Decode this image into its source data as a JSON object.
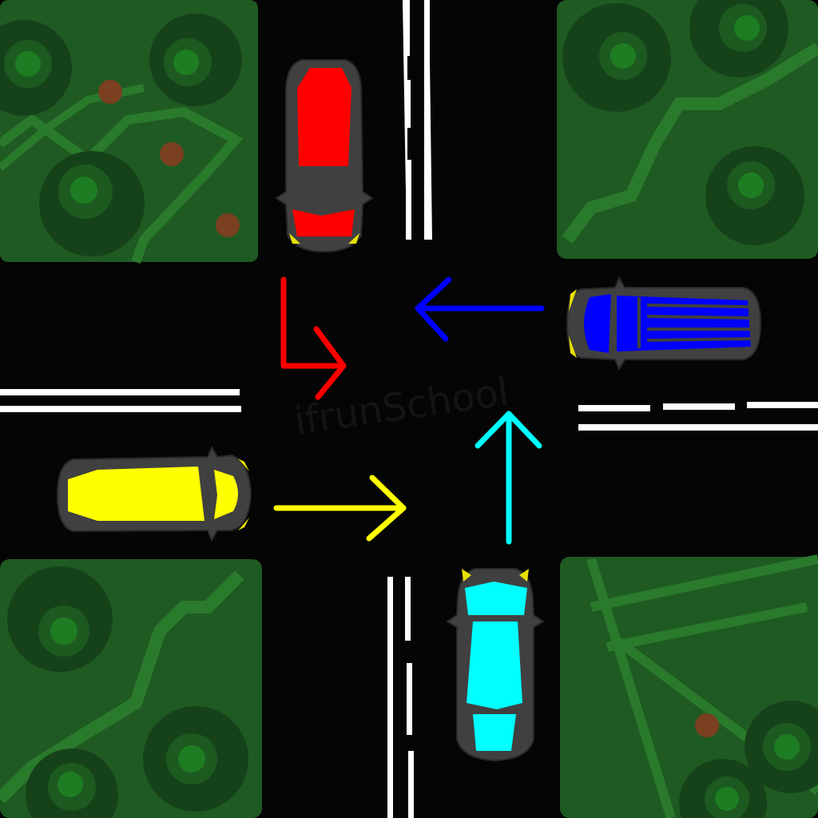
{
  "scene": {
    "watermark": "ifrunSchool",
    "colors": {
      "road": "#050505",
      "grass": "#1f5a22",
      "grass_dark": "#174a1b",
      "path": "#2a7a2c",
      "tree_outer": "#16421a",
      "tree_mid": "#1c5a20",
      "tree_center": "#1e7d22",
      "flower": "#7a4020",
      "lane_line": "#ffffff",
      "car_body": "#404040",
      "car_headlight": "#e8e000"
    }
  },
  "cars": [
    {
      "id": "red",
      "color": "#ff0000",
      "heading": "south",
      "maneuver": "left-turn"
    },
    {
      "id": "blue",
      "color": "#0000ff",
      "heading": "west",
      "maneuver": "straight"
    },
    {
      "id": "yellow",
      "color": "#ffff00",
      "heading": "east",
      "maneuver": "straight"
    },
    {
      "id": "cyan",
      "color": "#00ffff",
      "heading": "north",
      "maneuver": "straight"
    }
  ]
}
